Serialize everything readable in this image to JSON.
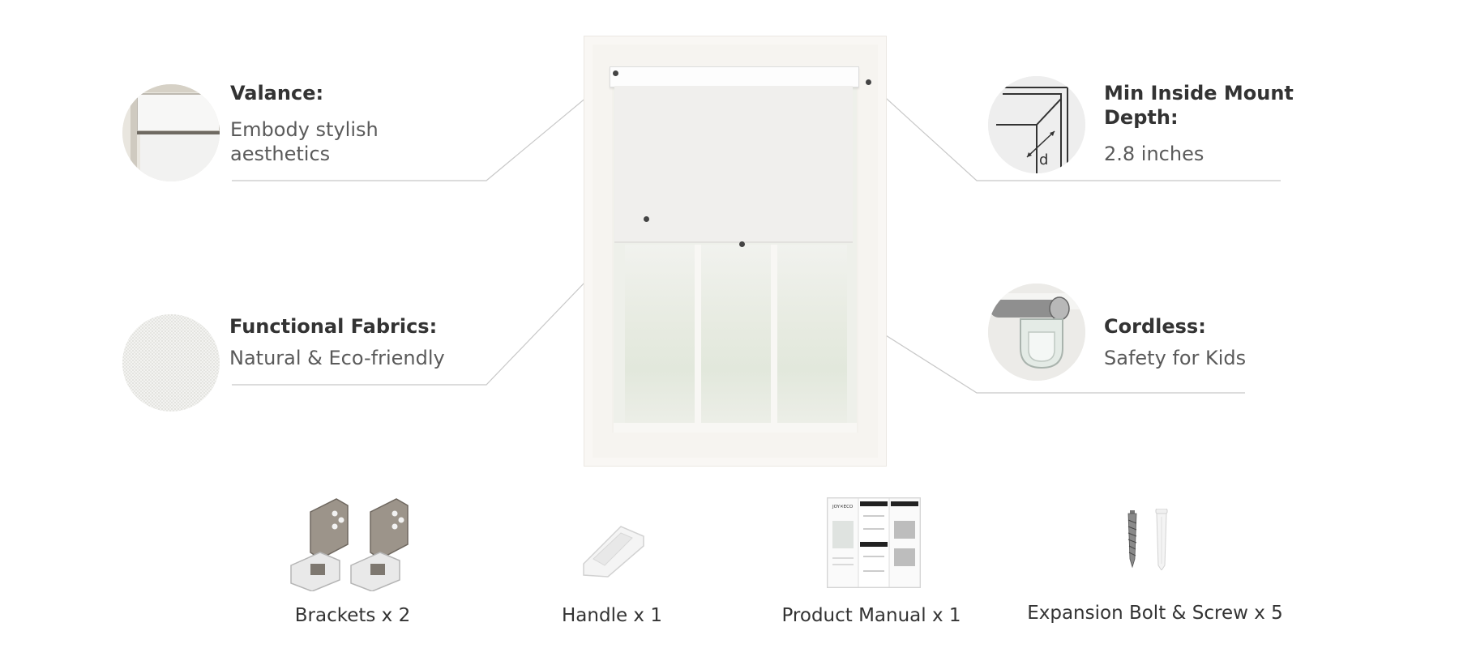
{
  "features": {
    "valance": {
      "title": "Valance:",
      "desc_line1": "Embody stylish",
      "desc_line2": "aesthetics"
    },
    "fabrics": {
      "title": "Functional Fabrics:",
      "desc": "Natural & Eco-friendly"
    },
    "depth": {
      "title_line1": "Min Inside Mount",
      "title_line2": "Depth:",
      "desc": "2.8 inches",
      "diagram_label": "d"
    },
    "cordless": {
      "title": "Cordless:",
      "desc": "Safety for Kids"
    }
  },
  "accessories": {
    "brackets": "Brackets x 2",
    "handle": "Handle x 1",
    "manual": "Product Manual x 1",
    "manual_brand": "JOY✕ECO",
    "bolts": "Expansion Bolt & Screw x 5"
  },
  "colors": {
    "title_text": "#333333",
    "desc_text": "#5a5a5a",
    "leader_line": "#c8c8c8",
    "dot": "#444444"
  },
  "icons": {
    "valance": "valance-photo-icon",
    "fabric": "fabric-texture-icon",
    "depth": "depth-diagram-icon",
    "cordless": "cordless-wand-icon"
  }
}
